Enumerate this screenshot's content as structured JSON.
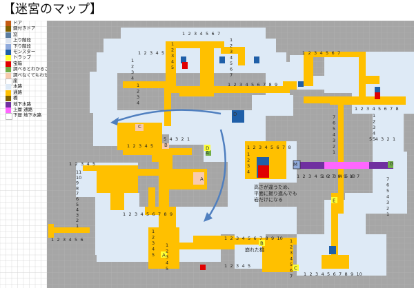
{
  "title": "【迷宮のマップ】",
  "legend": [
    {
      "label": "ドア",
      "color": "#c55a11",
      "icon": "door-icon"
    },
    {
      "label": "鍵付きドア",
      "color": "#7f6000",
      "icon": "locked-door-icon"
    },
    {
      "label": "窓",
      "color": "#5b7da0",
      "icon": "window-icon"
    },
    {
      "label": "上り階段",
      "color": "#dbe3f0",
      "icon": "stairs-up-icon"
    },
    {
      "label": "下り階段",
      "color": "#8faadc",
      "icon": "stairs-down-icon"
    },
    {
      "label": "モンスター",
      "color": "#1f5fa8",
      "icon": "monster-icon"
    },
    {
      "label": "トラップ",
      "color": "#ffff33",
      "icon": "trap-icon"
    },
    {
      "label": "宝箱",
      "color": "#e00000",
      "icon": "treasure-chest-icon"
    },
    {
      "label": "調べるとわかること",
      "color": "#70ad47",
      "icon": "clue-icon"
    },
    {
      "label": "調べなくてもわかること",
      "color": "#f8cbad",
      "icon": "visible-info-icon"
    },
    {
      "label": "崖",
      "color": "#ffffff",
      "icon": "cliff-icon"
    },
    {
      "label": "水路",
      "color": "#deeaf6",
      "icon": "waterway-icon"
    },
    {
      "label": "通路",
      "color": "#ffc000",
      "icon": "passage-icon"
    },
    {
      "label": "橋",
      "color": "#7f6000",
      "icon": "bridge-icon"
    },
    {
      "label": "地下水路",
      "color": "#7030a0",
      "icon": "underground-waterway-icon"
    },
    {
      "label": "上層 通路",
      "color": "#ff66ff",
      "icon": "upper-passage-icon"
    },
    {
      "label": "下層 地下水路",
      "color": "#ffffff",
      "icon": "lower-underground-icon"
    }
  ],
  "notes": {
    "height_note": "高さが違うため、\n平面に掘り進んでも\n岩だけになる",
    "broken_bridge": "崩れた橋"
  },
  "markers": {
    "A": "A",
    "B": "B",
    "C": "C",
    "D": "D",
    "E": "E",
    "G": "G",
    "M": "M"
  },
  "numbers": {
    "n1_5": [
      "1",
      "2",
      "3",
      "4",
      "5"
    ],
    "n1_7": [
      "1",
      "2",
      "3",
      "4",
      "5",
      "6",
      "7"
    ],
    "n1_8": [
      "1",
      "2",
      "3",
      "4",
      "5",
      "6",
      "7",
      "8"
    ],
    "n1_9": [
      "1",
      "2",
      "3",
      "4",
      "5",
      "6",
      "7",
      "8",
      "9"
    ],
    "n1_10": [
      "1",
      "2",
      "3",
      "4",
      "5",
      "6",
      "7",
      "8",
      "9",
      "10"
    ],
    "n1_11": [
      "1",
      "2",
      "3",
      "4",
      "5",
      "6",
      "7",
      "8",
      "9",
      "10",
      "11"
    ],
    "desc_5": [
      "5",
      "4",
      "3",
      "2",
      "1"
    ],
    "desc_7": [
      "7",
      "6",
      "5",
      "4",
      "3",
      "2",
      "1"
    ],
    "desc_11": [
      "11",
      "10",
      "9",
      "8",
      "7",
      "6",
      "5",
      "4",
      "3",
      "2",
      "1"
    ]
  },
  "colors": {
    "rock": "#a6a6a6",
    "water": "#deeaf6",
    "passage": "#ffc000",
    "monster": "#1f5fa8",
    "treasure": "#e00000",
    "trap": "#ffff33",
    "clue": "#70ad47",
    "info": "#f8cbad",
    "under": "#7030a0",
    "upper": "#ff66ff",
    "arrow": "#4f7fbf",
    "grid": "#bfbfbf"
  }
}
